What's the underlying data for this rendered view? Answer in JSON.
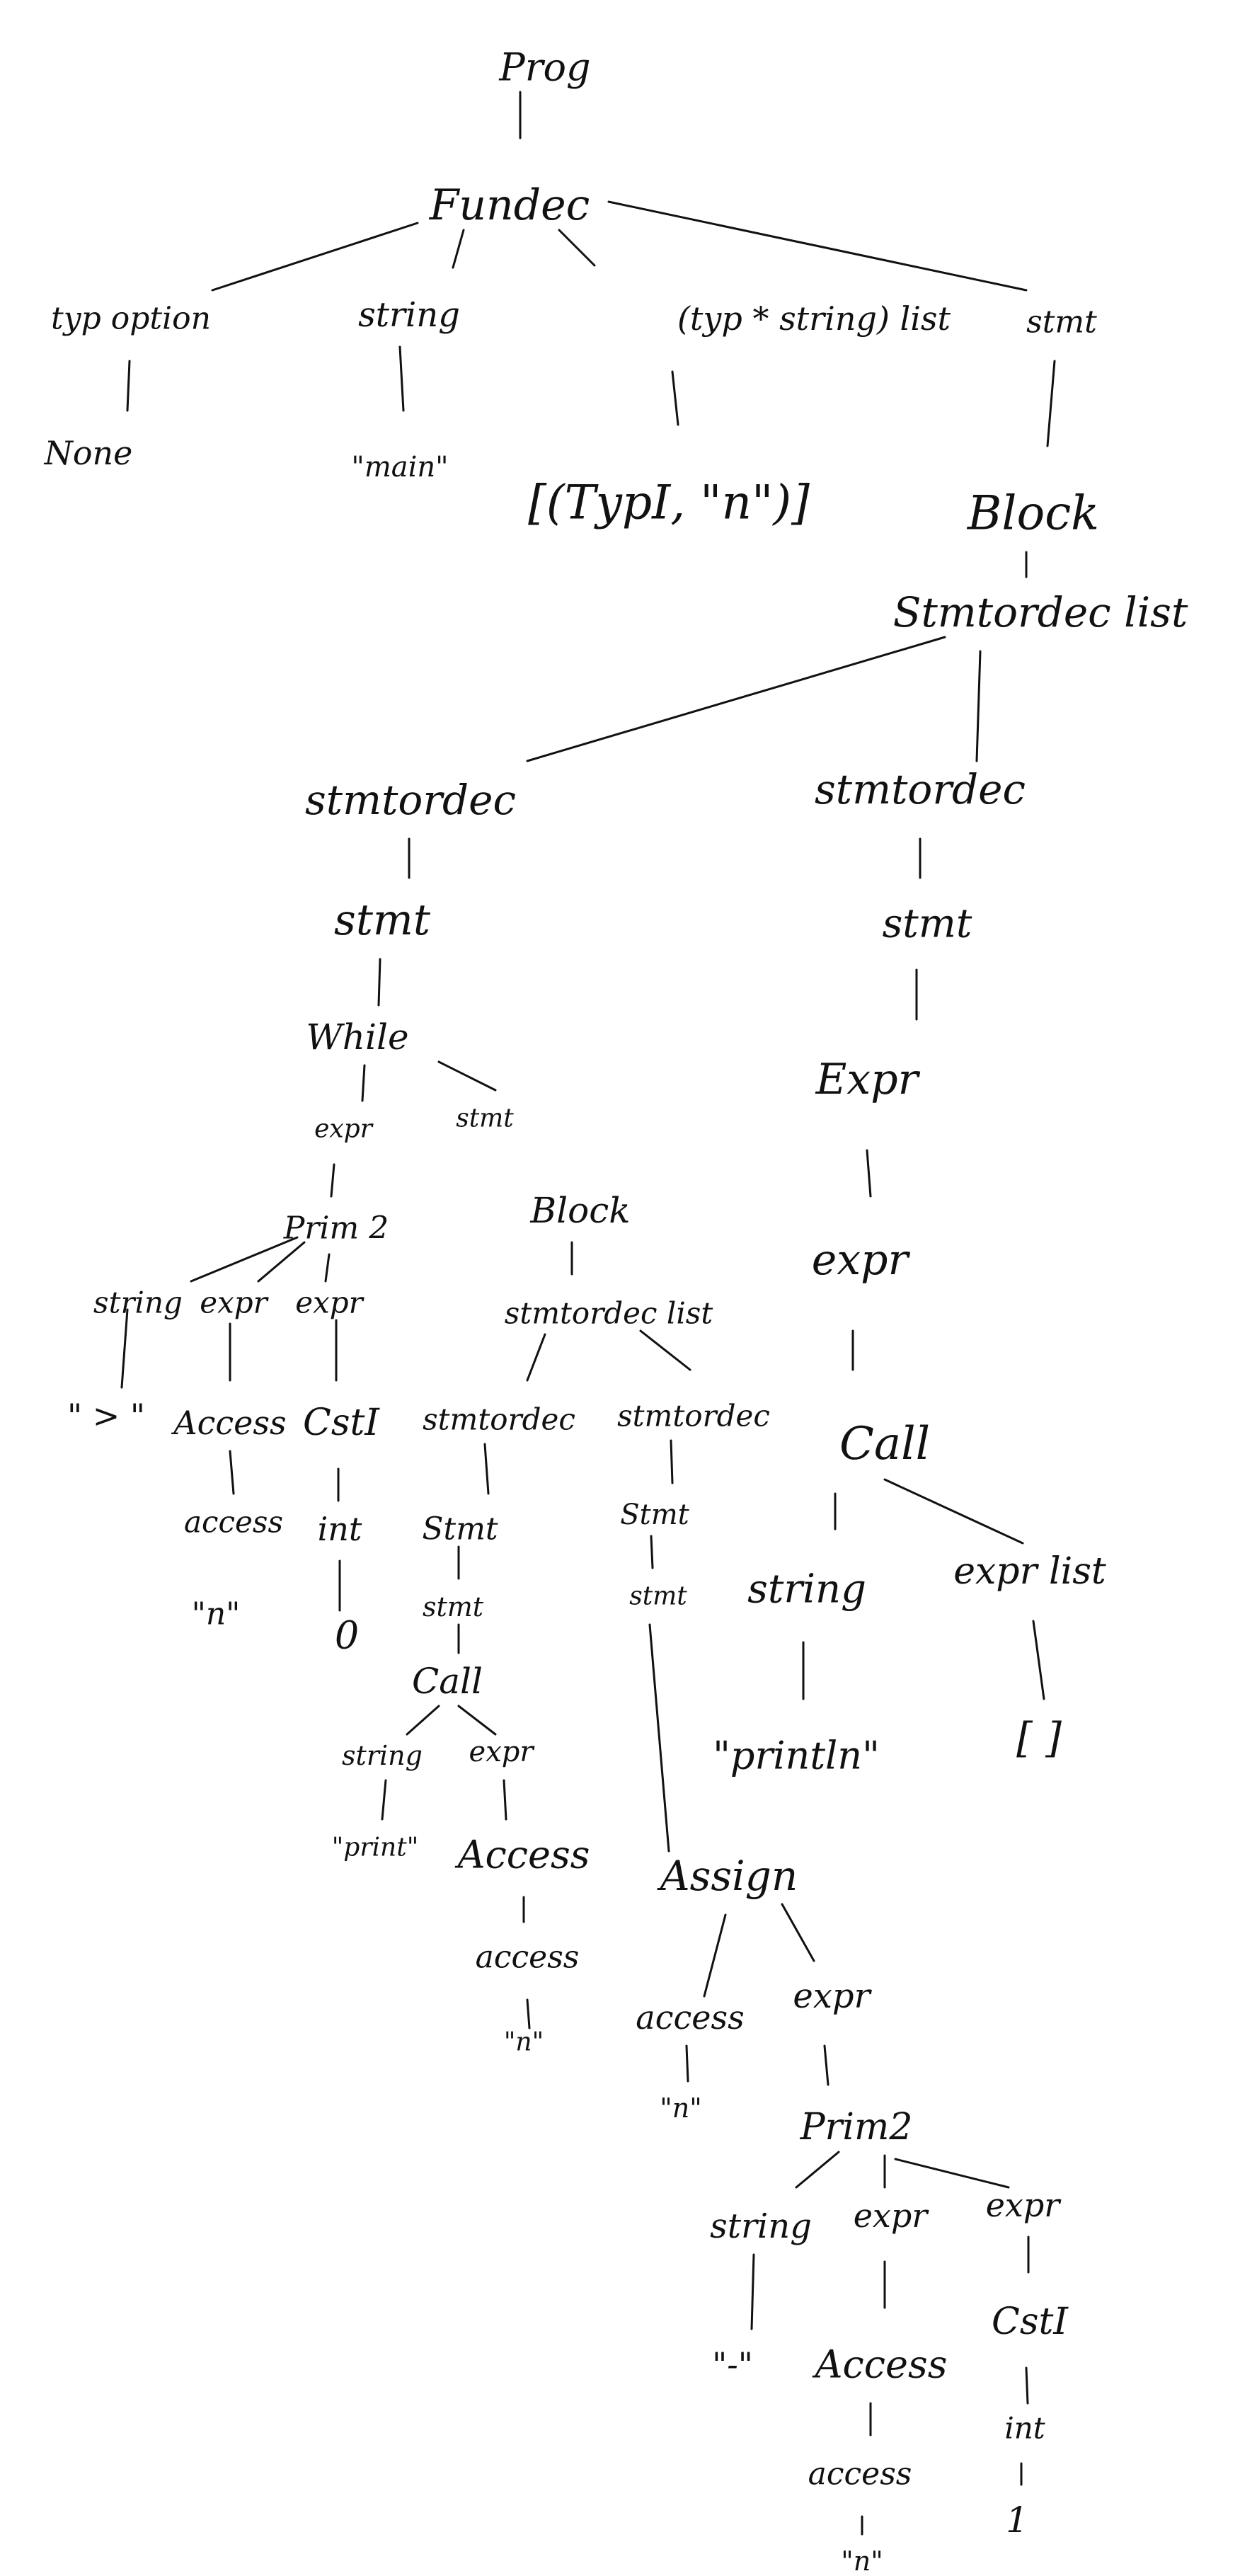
{
  "nodes": {
    "prog": "Prog",
    "fundec": "Fundec",
    "typ_option": "typ option",
    "string_name": "string",
    "params_type": "(typ * string) list",
    "stmt_body": "stmt",
    "none": "None",
    "main": "\"main\"",
    "params_val": "[(TypI, \"n\")]",
    "block1": "Block",
    "sod_list1": "Stmtordec list",
    "sod_a": "stmtordec",
    "sod_b": "stmtordec",
    "stmt_a": "stmt",
    "stmt_b": "stmt",
    "while": "While",
    "expr_b": "Expr",
    "while_expr": "expr",
    "while_stmt": "stmt",
    "expr_b2": "expr",
    "prim2": "Prim 2",
    "block2": "Block",
    "call_b": "Call",
    "p2_string": "string",
    "p2_expr1": "expr",
    "p2_expr2": "expr",
    "sod_list2": "stmtordec list",
    "call_b_string": "string",
    "call_b_list": "expr list",
    "gt": "\" > \"",
    "access1": "Access",
    "csti1": "CstI",
    "sod_c": "stmtordec",
    "sod_d": "stmtordec",
    "println": "\"println\"",
    "empty_list": "[ ]",
    "access_lc1": "access",
    "int1": "int",
    "stmt_c": "Stmt",
    "stmt_d": "Stmt",
    "n1": "\"n\"",
    "zero": "0",
    "stmt_c2": "stmt",
    "stmt_d2": "stmt",
    "call_c": "Call",
    "call_c_string": "string",
    "call_c_expr": "expr",
    "print": "\"print\"",
    "access2": "Access",
    "access_lc2": "access",
    "n2": "\"n\"",
    "assign": "Assign",
    "assign_access": "access",
    "assign_expr": "expr",
    "n3": "\"n\"",
    "prim2b": "Prim2",
    "p2b_string": "string",
    "p2b_expr1": "expr",
    "p2b_expr2": "expr",
    "minus": "\"-\"",
    "access3": "Access",
    "csti2": "CstI",
    "int2": "int",
    "access_lc3": "access",
    "one": "1",
    "n4": "\"n\""
  }
}
